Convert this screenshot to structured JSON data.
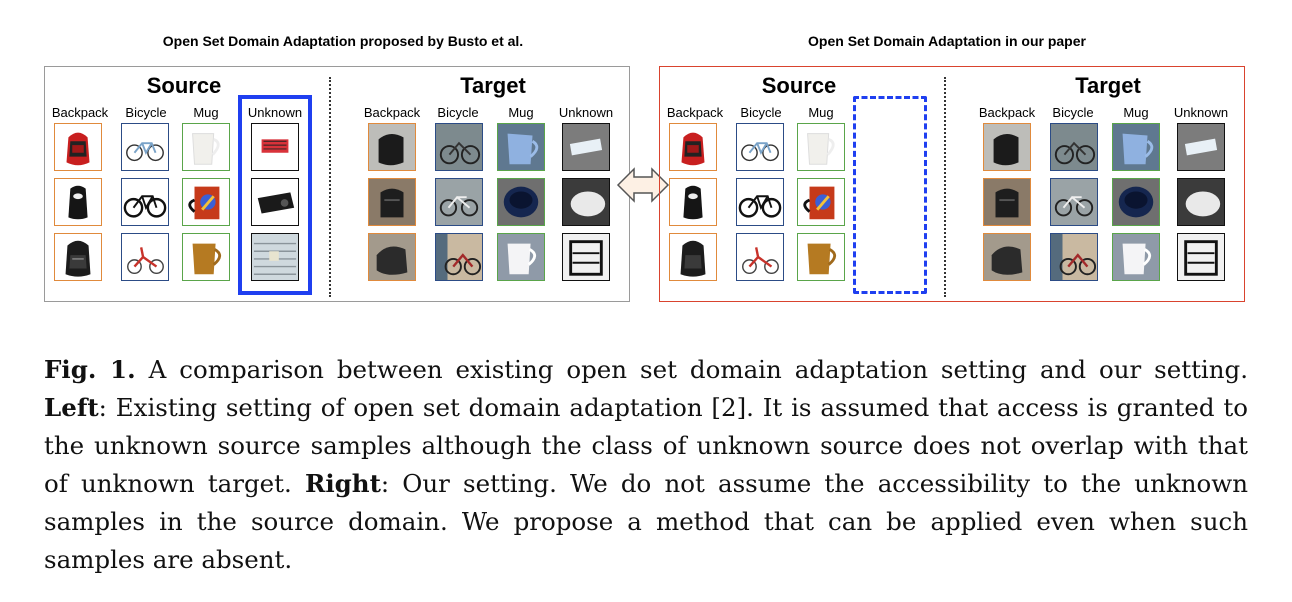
{
  "figure": {
    "left_title": "Open Set Domain Adaptation proposed by Busto et al.",
    "right_title": "Open Set Domain Adaptation in our paper",
    "left_panel": {
      "source_heading": "Source",
      "target_heading": "Target",
      "source_columns": [
        "Backpack",
        "Bicycle",
        "Mug",
        "Unknown"
      ],
      "target_columns": [
        "Backpack",
        "Bicycle",
        "Mug",
        "Unknown"
      ]
    },
    "right_panel": {
      "source_heading": "Source",
      "target_heading": "Target",
      "source_columns": [
        "Backpack",
        "Bicycle",
        "Mug"
      ],
      "target_columns": [
        "Backpack",
        "Bicycle",
        "Mug",
        "Unknown"
      ]
    },
    "colors": {
      "backpack": "#e08a3c",
      "bicycle": "#2c4c86",
      "mug": "#5aa54a",
      "unknown": "#111111",
      "highlight_blue": "#1f3ff0",
      "right_border": "#d9432e"
    }
  },
  "caption": {
    "label": "Fig. 1.",
    "intro": " A comparison between existing open set domain adaptation setting and our setting. ",
    "left_label": "Left",
    "left_text": ": Existing setting of open set domain adaptation [2]. It is assumed that access is granted to the unknown source samples although the class of unknown source does not overlap with that of unknown target. ",
    "right_label": "Right",
    "right_text": ": Our setting. We do not assume the accessibility to the unknown samples in the source domain. We propose a method that can be applied even when such samples are absent."
  }
}
